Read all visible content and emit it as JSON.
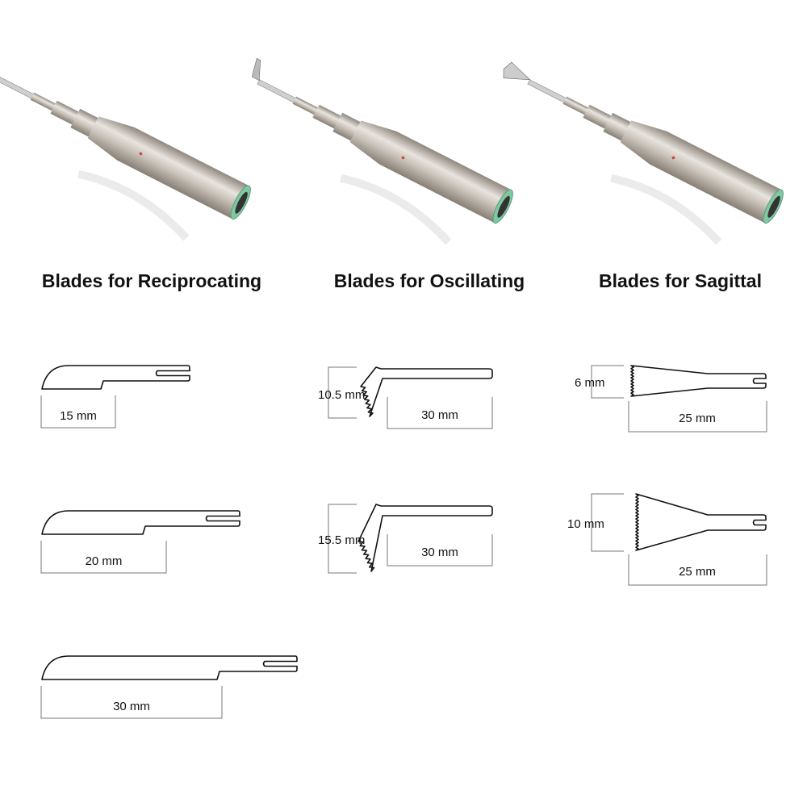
{
  "sections": [
    {
      "title": "Blades for Reciprocating",
      "blades": [
        {
          "length": "15 mm"
        },
        {
          "length": "20 mm"
        },
        {
          "length": "30 mm"
        }
      ]
    },
    {
      "title": "Blades for Oscillating",
      "blades": [
        {
          "height": "10.5 mm",
          "length": "30 mm"
        },
        {
          "height": "15.5 mm",
          "length": "30 mm"
        }
      ]
    },
    {
      "title": "Blades for Sagittal",
      "blades": [
        {
          "height": "6 mm",
          "length": "25 mm"
        },
        {
          "height": "10 mm",
          "length": "25 mm"
        }
      ]
    }
  ],
  "handpieces": [
    {
      "type": "reciprocating",
      "icon": "reciprocating-saw-handpiece"
    },
    {
      "type": "oscillating",
      "icon": "oscillating-saw-handpiece"
    },
    {
      "type": "sagittal",
      "icon": "sagittal-saw-handpiece"
    }
  ],
  "colors": {
    "metal": "#bdb6ad",
    "ring": "#7fc9a2",
    "line": "#111111"
  }
}
